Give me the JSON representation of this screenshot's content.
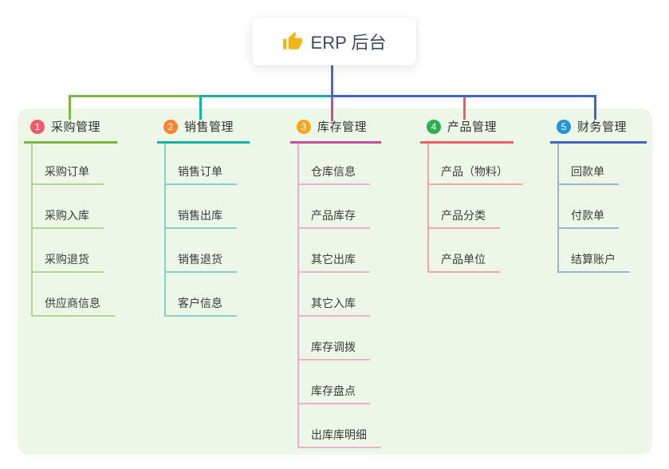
{
  "root": {
    "title": "ERP 后台",
    "icon": "thumbs-up-icon",
    "icon_color": "#efb617",
    "text_color": "#3f4b60",
    "connector_color": "#5166cb"
  },
  "panel": {
    "bg": "#ecf7e7"
  },
  "branches": [
    {
      "number": "1",
      "title": "采购管理",
      "badge_color": "#f4586e",
      "line_color": "#7eb542",
      "light_color": "#b6d48d",
      "children": [
        "采购订单",
        "采购入库",
        "采购退货",
        "供应商信息"
      ]
    },
    {
      "number": "2",
      "title": "销售管理",
      "badge_color": "#f58533",
      "line_color": "#13b2a8",
      "light_color": "#84d2cc",
      "children": [
        "销售订单",
        "销售出库",
        "销售退货",
        "客户信息"
      ]
    },
    {
      "number": "3",
      "title": "库存管理",
      "badge_color": "#f6a71b",
      "line_color": "#ca4c9e",
      "light_color": "#eeafd3",
      "children": [
        "仓库信息",
        "产品库存",
        "其它出库",
        "其它入库",
        "库存调拨",
        "库存盘点",
        "出库库明细"
      ]
    },
    {
      "number": "4",
      "title": "产品管理",
      "badge_color": "#2dae52",
      "line_color": "#f15b66",
      "light_color": "#f6a3a3",
      "children": [
        "产品（物料）",
        "产品分类",
        "产品单位"
      ]
    },
    {
      "number": "5",
      "title": "财务管理",
      "badge_color": "#2097d3",
      "line_color": "#4063c8",
      "light_color": "#9fb0d9",
      "children": [
        "回款单",
        "付款单",
        "结算账户"
      ]
    }
  ]
}
